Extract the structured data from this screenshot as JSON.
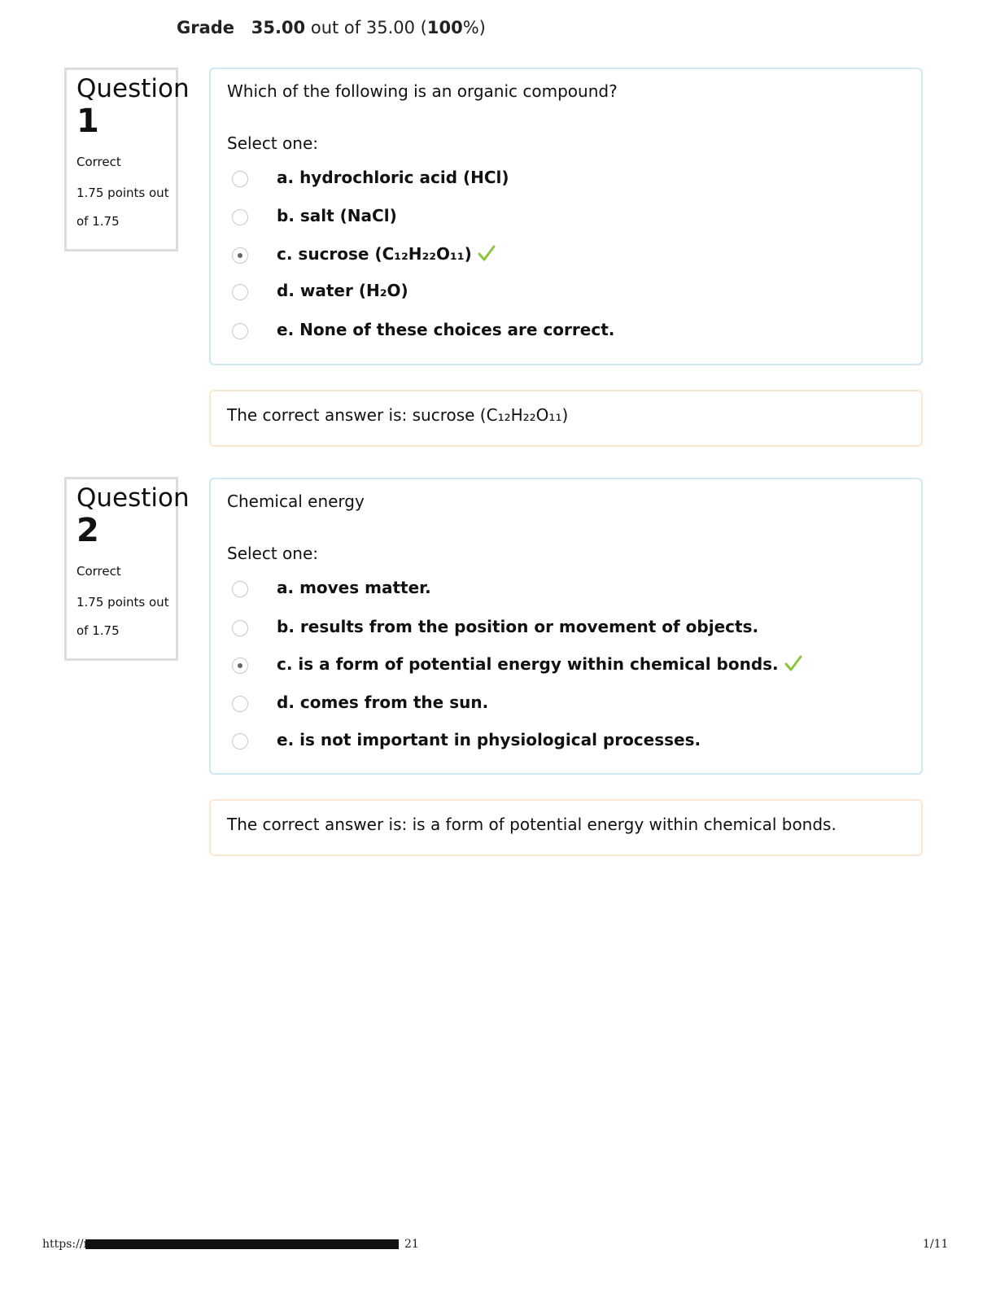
{
  "grade": {
    "label": "Grade",
    "score": "35.00",
    "out_of_text": "out of 35.00",
    "percent": "100",
    "percent_sign": "%"
  },
  "questions": [
    {
      "word": "Question",
      "number": "1",
      "status": "Correct",
      "points_line1": "1.75 points out",
      "points_line2": "of 1.75",
      "text": "Which of the following is an organic compound?",
      "select_label": "Select one:",
      "options": [
        {
          "letter": "a.",
          "text": "hydrochloric acid (HCl)",
          "selected": false
        },
        {
          "letter": "b.",
          "text": "salt (NaCl)",
          "selected": false
        },
        {
          "letter": "c.",
          "text": "sucrose (C₁₂H₂₂O₁₁)",
          "selected": true,
          "correct": true
        },
        {
          "letter": "d.",
          "text": "water (H₂O)",
          "selected": false
        },
        {
          "letter": "e.",
          "text": "None of these choices are correct.",
          "selected": false
        }
      ],
      "feedback": "The correct answer is: sucrose (C₁₂H₂₂O₁₁)"
    },
    {
      "word": "Question",
      "number": "2",
      "status": "Correct",
      "points_line1": "1.75 points out",
      "points_line2": "of 1.75",
      "text": "Chemical energy",
      "select_label": "Select one:",
      "options": [
        {
          "letter": "a.",
          "text": "moves matter.",
          "selected": false
        },
        {
          "letter": "b.",
          "text": "results from the position or movement of objects.",
          "selected": false
        },
        {
          "letter": "c.",
          "text": "is a form of potential energy within chemical bonds.",
          "selected": true,
          "correct": true
        },
        {
          "letter": "d.",
          "text": "comes from the sun.",
          "selected": false
        },
        {
          "letter": "e.",
          "text": "is not important in physiological processes.",
          "selected": false
        }
      ],
      "feedback": "The correct answer is: is a form of potential energy within chemical bonds."
    }
  ],
  "footer": {
    "url_start": "https://m",
    "url_end": "21",
    "page": "1/11"
  },
  "colors": {
    "check": "#8cc63f",
    "info_border": "#dcdcdc",
    "question_border": "#cfe8f2",
    "feedback_border": "#fbe8d2"
  },
  "icons": {
    "check": "check-icon",
    "radio": "radio-icon"
  }
}
